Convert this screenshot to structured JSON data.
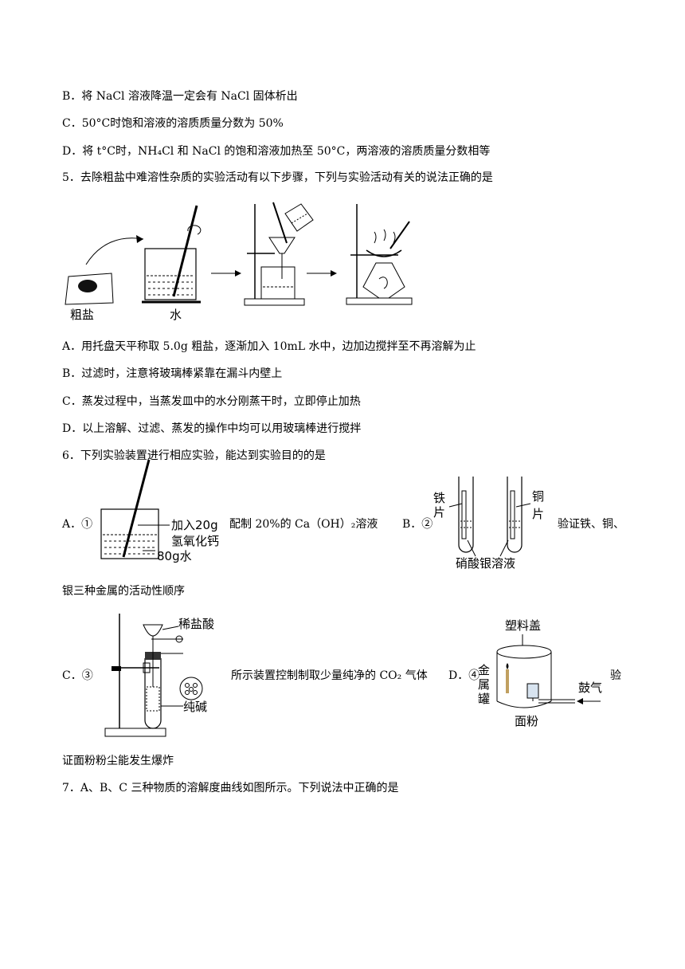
{
  "q4_options": {
    "b": "B．将 NaCl 溶液降温一定会有 NaCl 固体析出",
    "c": "C．50°C时饱和溶液的溶质质量分数为 50%",
    "d": "D．将 t°C时，NH₄Cl 和 NaCl 的饱和溶液加热至 50°C，两溶液的溶质质量分数相等"
  },
  "q5": {
    "stem": "5．去除粗盐中难溶性杂质的实验活动有以下步骤，下列与实验活动有关的说法正确的是",
    "figure_labels": {
      "salt": "粗盐",
      "water": "水"
    },
    "options": {
      "a": "A．用托盘天平称取 5.0g 粗盐，逐渐加入 10mL 水中，边加边搅拌至不再溶解为止",
      "b": "B．过滤时，注意将玻璃棒紧靠在漏斗内壁上",
      "c": "C．蒸发过程中，当蒸发皿中的水分刚蒸干时，立即停止加热",
      "d": "D．以上溶解、过滤、蒸发的操作中均可以用玻璃棒进行搅拌"
    }
  },
  "q6": {
    "stem": "6．下列实验装置进行相应实验，能达到实验目的的是",
    "a_prefix": "A．①",
    "a_label1": "加入20g",
    "a_label2": "氢氧化钙",
    "a_label3": "80g水",
    "a_text": "配制  20%的  Ca（OH）₂溶液",
    "b_prefix": "B．②",
    "b_iron1": "铁",
    "b_iron2": "片",
    "b_copper1": "铜",
    "b_copper2": "片",
    "b_solution": "硝酸银溶液",
    "b_text": "验证铁、铜、",
    "b_text_cont": "银三种金属的活动性顺序",
    "c_prefix": "C．③",
    "c_acid": "稀盐酸",
    "c_soda": "纯碱",
    "c_text": "所示装置控制制取少量纯净的  CO₂ 气体",
    "d_prefix": "D．④",
    "d_lid": "塑料盖",
    "d_can1": "金",
    "d_can2": "属",
    "d_can3": "罐",
    "d_blow": "鼓气",
    "d_flour": "面粉",
    "d_text": "验",
    "d_text_cont": "证面粉粉尘能发生爆炸"
  },
  "q7": {
    "stem": "7．A、B、C 三种物质的溶解度曲线如图所示。下列说法中正确的是"
  }
}
